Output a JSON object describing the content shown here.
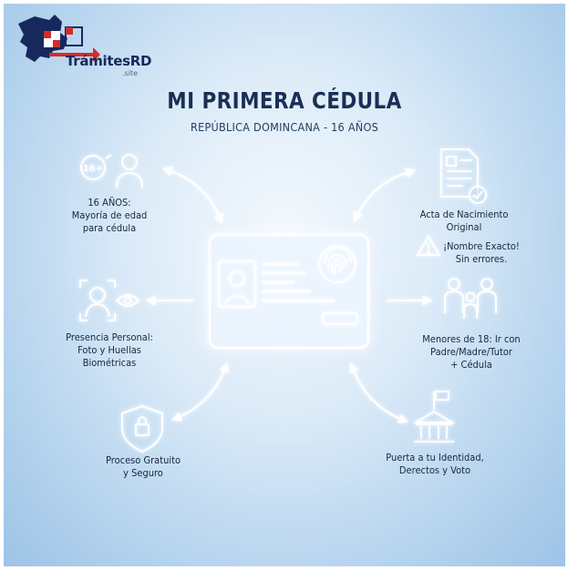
{
  "logo": {
    "brand": "TrámitesRD",
    "site": ".site"
  },
  "header": {
    "title": "MI PRIMERA CÉDULA",
    "subtitle": "REPÚBLICA DOMINCANA - 16 AÑOS"
  },
  "badge_text": "16+",
  "items": {
    "age": {
      "lines": [
        "16 AÑOS:",
        "Mayoría de edad",
        "para cédula"
      ],
      "icon": "age-16-person-icon"
    },
    "birth": {
      "lines": [
        "Acta de Nacimiento",
        "Original"
      ],
      "icon": "birth-certificate-icon"
    },
    "warning": {
      "lines": [
        "¡Nombre Exacto!",
        "Sin errores."
      ],
      "icon": "warning-icon"
    },
    "presence": {
      "lines": [
        "Presencia Personal:",
        "Foto y Huellas",
        "Biométricas"
      ],
      "icon": "face-scan-eye-icon"
    },
    "minors": {
      "lines": [
        "Menores de 18: Ir con",
        "Padre/Madre/Tutor",
        "+ Cédula"
      ],
      "icon": "family-icon"
    },
    "free": {
      "lines": [
        "Proceso Gratuito",
        "y Seguro"
      ],
      "icon": "shield-lock-icon"
    },
    "rights": {
      "lines": [
        "Puerta a tu Identidad,",
        "Derectos y Voto"
      ],
      "icon": "government-building-icon"
    }
  },
  "colors": {
    "title": "#1a2f55",
    "label": "#17263f",
    "glow": "#ffffff",
    "card_fill": "#e9f4ff",
    "logo_red": "#d42b2b",
    "logo_blue": "#17285c"
  }
}
